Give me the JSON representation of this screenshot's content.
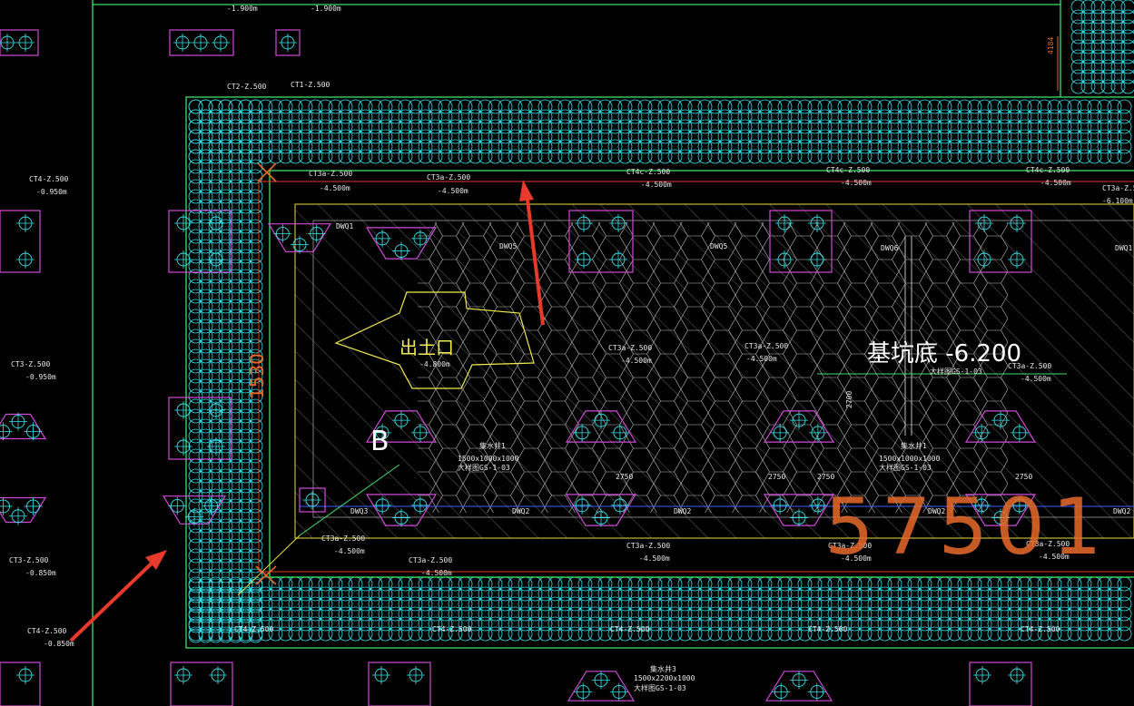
{
  "drawing": {
    "background": "#000000",
    "colors": {
      "pile_ring": "#36e0e8",
      "boundary": "#3fe06a",
      "pile_cap": "#d04ad8",
      "callout": "#e83a2a",
      "text": "#e8e8e8",
      "pit_text": "#ffffff",
      "exit_outline": "#f2e94e",
      "dim_orange": "#e86a2a"
    },
    "texts": {
      "top_elev_1": "-1.900m",
      "top_elev_2": "-1.900m",
      "ct2_label": "CT2-Z.500",
      "ct1_label": "CT1-Z.500",
      "ct4_label_left": "CT4-Z.500",
      "ct4_elev_left": "-0.950m",
      "ct3_label_left": "CT3-Z.500",
      "ct3_elev_left": "-0.950m",
      "ct3_label_left_low": "CT3-Z.500",
      "ct3_elev_left_low": "-0.850m",
      "ct4_label_bottom_left": "CT4-Z.500",
      "ct4_elev_bottom_left": "-0.850m",
      "ct3a_label_1": "CT3a-Z.500",
      "ct3a_elev_1": "-4.500m",
      "ct3a_label_2": "CT3a-Z.500",
      "ct3a_elev_2": "-4.500m",
      "ct4c_label_1": "CT4c-Z.500",
      "ct4c_elev_1": "-4.500m",
      "ct4c_label_2": "CT4c-Z.500",
      "ct4c_elev_2": "-4.500m",
      "ct4c_label_3": "CT4c-Z.500",
      "ct4c_elev_3": "-4.500m",
      "ct3a_label_right": "CT3a-Z.500",
      "ct3a_elev_right": "-6.100m",
      "dwq1": "DWQ1",
      "dwq5": "DWQ5",
      "dwq5_b": "DWQ5",
      "dwq6": "DWQ6",
      "dwq1_right": "DWQ1",
      "dwq3": "DWQ3",
      "dwq2_a": "DWQ2",
      "dwq2_b": "DWQ2",
      "dwq2_c": "DWQ2",
      "dwq2_d": "DWQ2",
      "exit_label": "出土口",
      "exit_elev": "-4.800m",
      "ct3a_mid_1": "CT3a-Z.500",
      "ct3a_mid_elev_1": "-4.500m",
      "ct3a_mid_2": "CT3a-Z.500",
      "ct3a_mid_elev_2": "-4.500m",
      "ct3a_mid_3": "CT3a-Z.500",
      "ct3a_mid_elev_3": "-4.500m",
      "pit_bottom": "基坑底 -6.200",
      "pit_ref": "大样图GS-1-03",
      "letter_b": "B",
      "sump_1_title": "集水井1",
      "sump_1_size": "1500x1000x1000",
      "sump_1_ref": "大样图GS-1-03",
      "sump_2_title": "集水井1",
      "sump_2_size": "1500x1000x1000",
      "sump_2_ref": "大样图GS-1-03",
      "dim_2750_a": "2750",
      "dim_2750_b": "2750",
      "dim_2750_c": "2750",
      "dim_2750_d": "2750",
      "dim_2700": "2700",
      "ct3_low_1": "CT3a-Z.500",
      "ct3_low_elev_1": "-4.500m",
      "ct3_low_2": "CT3a-Z.500",
      "ct3_low_elev_2": "-4.500m",
      "ct3_low_3": "CT3a-Z.500",
      "ct3_low_elev_3": "-4.500m",
      "ct3_low_4": "CT3a-Z.500",
      "ct3_low_elev_4": "-4.500m",
      "ct3_low_5": "CT3a-Z.500",
      "ct3_low_elev_5": "-4.500m",
      "ct_bot_1": "CT4-Z.500",
      "ct_bot_2": "CT4-Z.500",
      "ct_bot_3": "CT4-Z.500",
      "ct_bot_4": "CT4-Z.500",
      "ct_bot_5": "CT4-Z.500",
      "sump_3_title": "集水井3",
      "sump_3_size": "1500x2200x1000",
      "sump_3_ref": "大样图GS-1-03",
      "big_dim": "57501",
      "vertical_dim_top": "4184",
      "left_vertical_dim": "1530"
    }
  }
}
